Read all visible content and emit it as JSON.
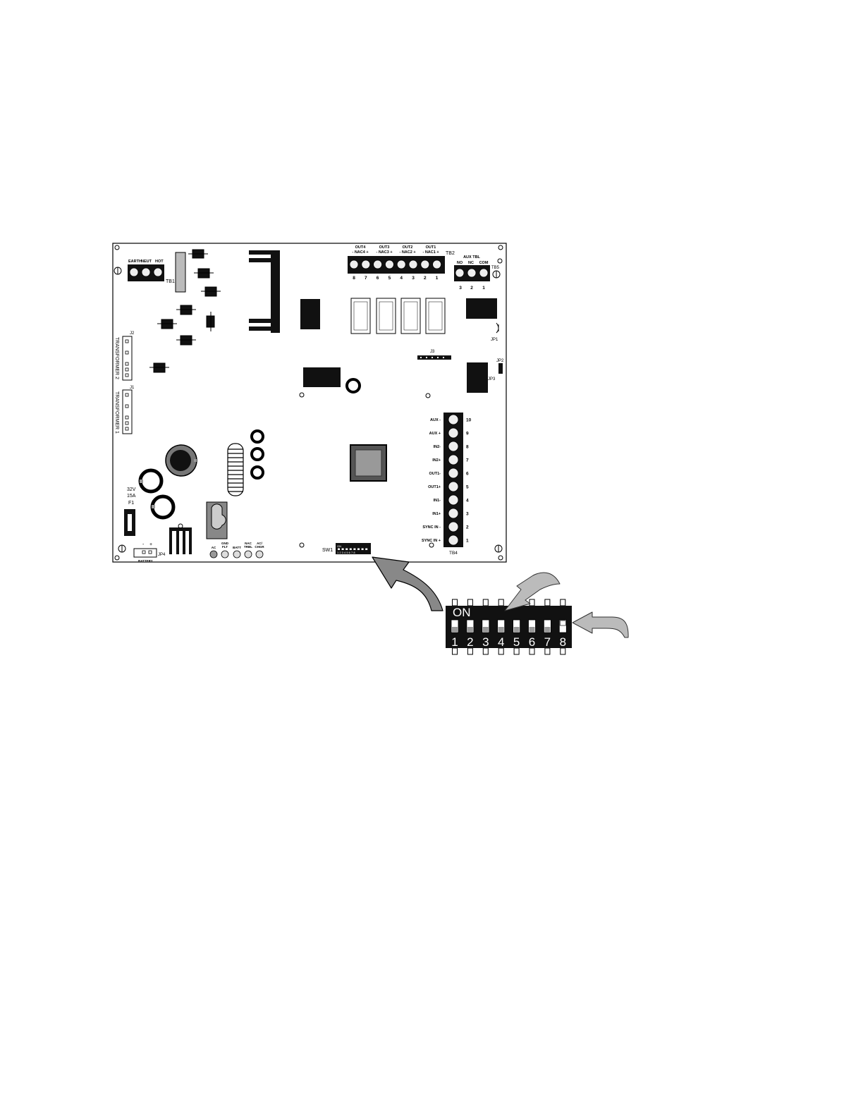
{
  "board": {
    "tb1": {
      "id": "TB1",
      "labels": [
        "EARTH",
        "NEUT",
        "HOT"
      ]
    },
    "tb2": {
      "id": "TB2",
      "groups": [
        {
          "out": "OUT4",
          "nac": "- NAC4 +"
        },
        {
          "out": "OUT3",
          "nac": "- NAC3 +"
        },
        {
          "out": "OUT2",
          "nac": "- NAC2 +"
        },
        {
          "out": "OUT1",
          "nac": "- NAC1 +"
        }
      ],
      "numbers": [
        "8",
        "7",
        "6",
        "5",
        "4",
        "3",
        "2",
        "1"
      ]
    },
    "tb5": {
      "id": "TB5",
      "title": "AUX TBL",
      "labels": [
        "NO",
        "NC",
        "COM"
      ],
      "numbers": [
        "3",
        "2",
        "1"
      ]
    },
    "tb4": {
      "id": "TB4",
      "labels": [
        "AUX -",
        "AUX +",
        "IN2-",
        "IN2+",
        "OUT1-",
        "OUT1+",
        "IN1-",
        "IN1+",
        "SYNC IN -",
        "SYNC IN +"
      ],
      "numbers": [
        "10",
        "9",
        "8",
        "7",
        "6",
        "5",
        "4",
        "3",
        "2",
        "1"
      ]
    },
    "jumpers": {
      "jp1": "JP1",
      "jp2": "JP2",
      "jp3": "JP3",
      "jp4": "JP4",
      "j1": "J1",
      "j2": "J2",
      "j3": "J3"
    },
    "transformer1": "TRANSFORMER 1",
    "transformer2": "TRANSFORMER 2",
    "fuse": {
      "rating_v": "32V",
      "rating_a": "15A",
      "id": "F1"
    },
    "battery": {
      "label": "BATTERY",
      "minus": "-",
      "plus": "+"
    },
    "leds": [
      {
        "l1": "AC",
        "l2": ""
      },
      {
        "l1": "GND",
        "l2": "FLT"
      },
      {
        "l1": "BATT",
        "l2": ""
      },
      {
        "l1": "NAC",
        "l2": "TRBL"
      },
      {
        "l1": "AC/",
        "l2": "CHGR"
      }
    ],
    "sw1": {
      "id": "SW1",
      "on": "ON",
      "numbers": "1 2 3 4 5 6 7 8"
    }
  },
  "dip_switch": {
    "on_label": "ON",
    "numbers": [
      "1",
      "2",
      "3",
      "4",
      "5",
      "6",
      "7",
      "8"
    ],
    "on_positions": [
      false,
      false,
      false,
      false,
      false,
      false,
      false,
      true
    ]
  }
}
